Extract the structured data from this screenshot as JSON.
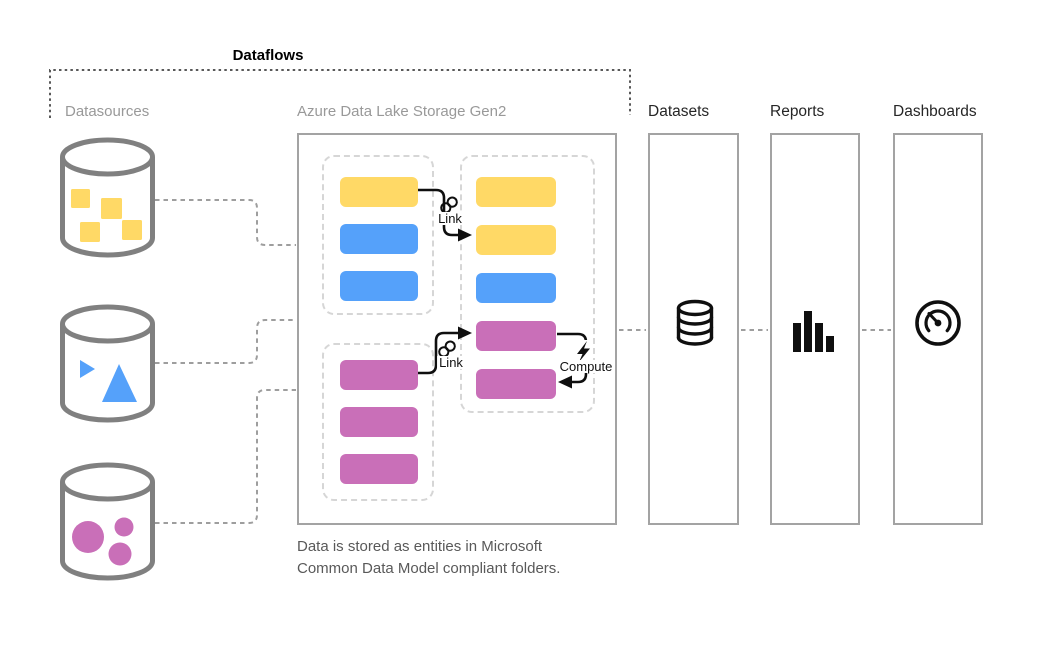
{
  "diagram": {
    "title": "Dataflows",
    "section_labels": {
      "datasources": "Datasources",
      "adls": "Azure Data Lake Storage Gen2",
      "datasets": "Datasets",
      "reports": "Reports",
      "dashboards": "Dashboards"
    },
    "annotations": {
      "link_top": "Link",
      "link_bottom": "Link",
      "compute": "Compute"
    },
    "caption": {
      "line1": "Data is stored as entities in Microsoft",
      "line2": "Common Data Model compliant folders."
    },
    "icons": {
      "datasource1": "cylinder-yellow-squares-icon",
      "datasource2": "cylinder-blue-triangles-icon",
      "datasource3": "cylinder-pink-circles-icon",
      "link": "link-chain-icon",
      "compute": "lightning-icon",
      "datasets": "database-icon",
      "reports": "bar-chart-icon",
      "dashboards": "gauge-icon"
    },
    "colors": {
      "yellow": "#FFD966",
      "blue": "#55A1FA",
      "pink": "#C96FB8",
      "cylinder_stroke": "#808080",
      "box_border": "#A3A3A3",
      "connector": "#9E9E9E",
      "bracket": "#595959",
      "label_gray": "#999999",
      "label_dark": "#262626",
      "caption_gray": "#595959",
      "ink": "#0F0F0F"
    },
    "entity_blocks": {
      "group_a": [
        "yellow",
        "blue",
        "blue"
      ],
      "group_b": [
        "pink",
        "pink",
        "pink"
      ],
      "group_c": [
        "yellow",
        "yellow",
        "blue",
        "pink",
        "pink"
      ]
    }
  }
}
